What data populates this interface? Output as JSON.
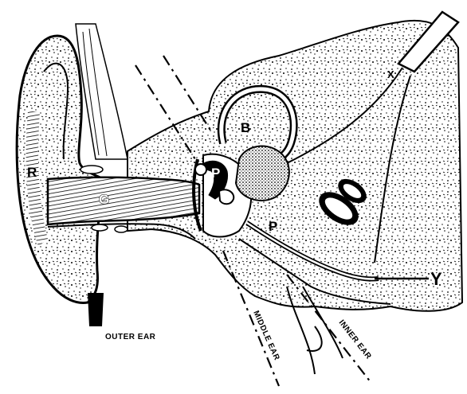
{
  "diagram": {
    "region_labels": {
      "outer": "OUTER EAR",
      "middle": "MIDDLE EAR",
      "inner": "INNER EAR"
    },
    "part_labels": {
      "r": "R",
      "g": "G",
      "b": "B",
      "p_upper": "P",
      "p_lower": "P",
      "y": "Y",
      "x": "X"
    }
  },
  "colors": {
    "ink": "#000000",
    "paper": "#ffffff"
  }
}
